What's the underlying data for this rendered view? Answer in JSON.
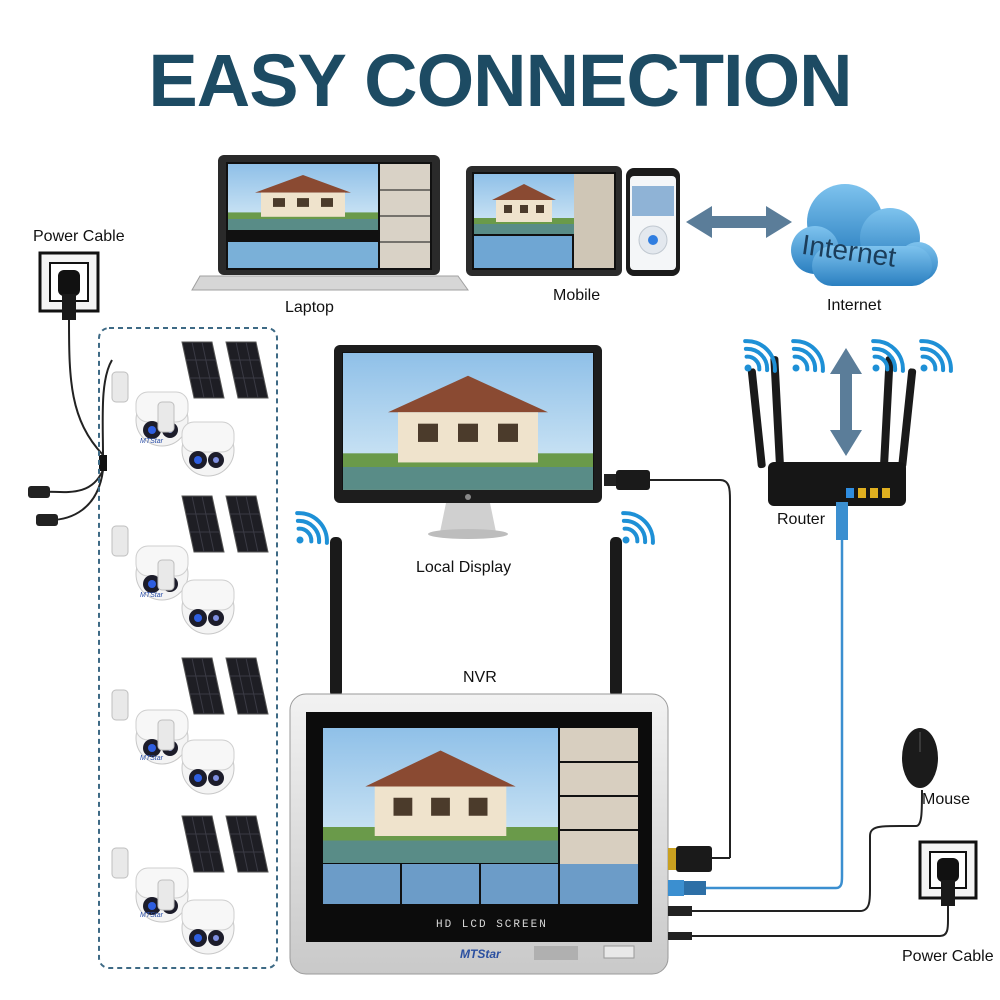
{
  "title": "EASY CONNECTION",
  "labels": {
    "laptop": "Laptop",
    "mobile": "Mobile",
    "internet": "Internet",
    "internet_cloud": "Internet",
    "router": "Router",
    "local_display": "Local Display",
    "nvr": "NVR",
    "mouse": "Mouse",
    "power_cable_left": "Power Cable",
    "power_cable_right": "Power Cable",
    "camera_brand": "MTStar",
    "nvr_screen": "HD LCD SCREEN",
    "nvr_brand": "MTStar"
  },
  "colors": {
    "title": "#1d4b63",
    "wifi": "#1e90d6",
    "arrow": "#5b7d99",
    "cloud": "#3a9bd8",
    "ethernet": "#3b8fd0"
  },
  "icons": [
    "laptop-icon",
    "tablet-icon",
    "phone-icon",
    "internet-cloud-icon",
    "router-icon",
    "monitor-icon",
    "nvr-icon",
    "camera-icon",
    "solar-panel-icon",
    "wifi-icon",
    "mouse-icon",
    "power-outlet-icon",
    "hdmi-plug-icon",
    "double-arrow-icon"
  ]
}
